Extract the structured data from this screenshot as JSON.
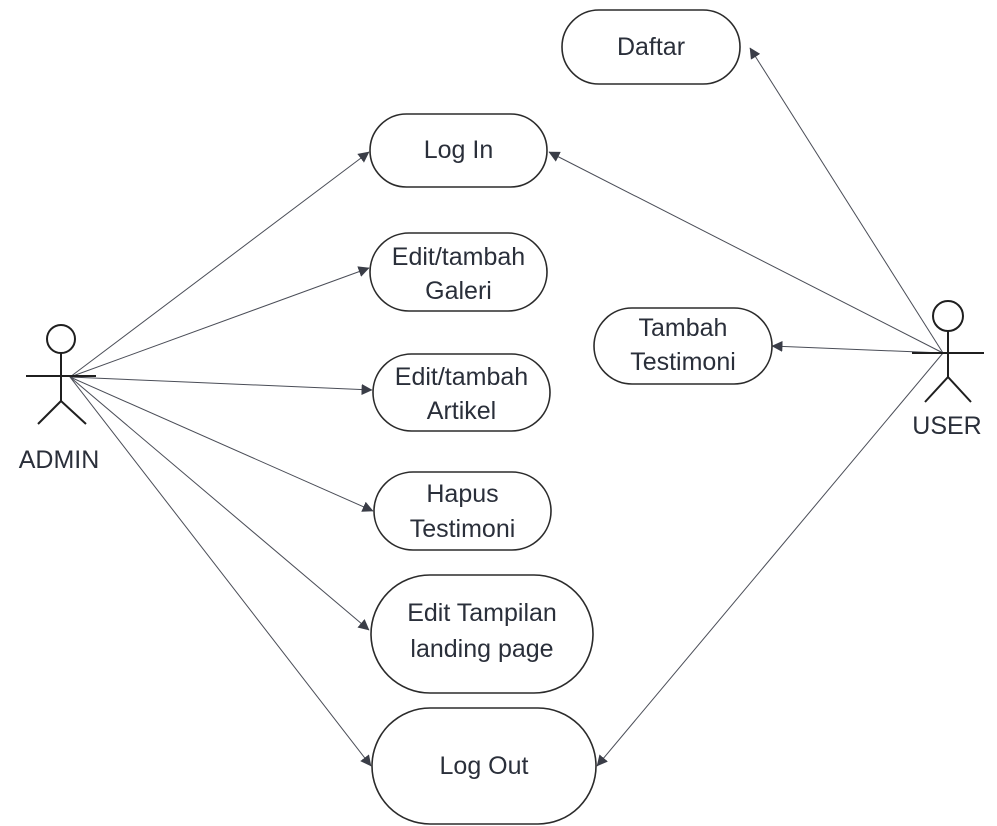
{
  "actors": {
    "admin": {
      "label": "ADMIN"
    },
    "user": {
      "label": "USER"
    }
  },
  "use_cases": {
    "daftar": {
      "lines": [
        "Daftar"
      ]
    },
    "login": {
      "lines": [
        "Log In"
      ]
    },
    "edit_galeri": {
      "lines": [
        "Edit/tambah",
        "Galeri"
      ]
    },
    "tambah_testimoni": {
      "lines": [
        "Tambah",
        "Testimoni"
      ]
    },
    "edit_artikel": {
      "lines": [
        "Edit/tambah",
        "Artikel"
      ]
    },
    "hapus_testimoni": {
      "lines": [
        "Hapus",
        "Testimoni"
      ]
    },
    "edit_tampilan": {
      "lines": [
        "Edit Tampilan",
        "landing page"
      ]
    },
    "logout": {
      "lines": [
        "Log Out"
      ]
    }
  },
  "associations": [
    {
      "from": "admin",
      "to": "login"
    },
    {
      "from": "admin",
      "to": "edit_galeri"
    },
    {
      "from": "admin",
      "to": "edit_artikel"
    },
    {
      "from": "admin",
      "to": "hapus_testimoni"
    },
    {
      "from": "admin",
      "to": "edit_tampilan"
    },
    {
      "from": "admin",
      "to": "logout"
    },
    {
      "from": "user",
      "to": "daftar"
    },
    {
      "from": "user",
      "to": "login"
    },
    {
      "from": "user",
      "to": "tambah_testimoni"
    },
    {
      "from": "user",
      "to": "logout"
    }
  ],
  "colors": {
    "outline": "#2b2b2b",
    "text": "#2a2f3a",
    "connector": "#4a4d57",
    "background": "#ffffff"
  }
}
